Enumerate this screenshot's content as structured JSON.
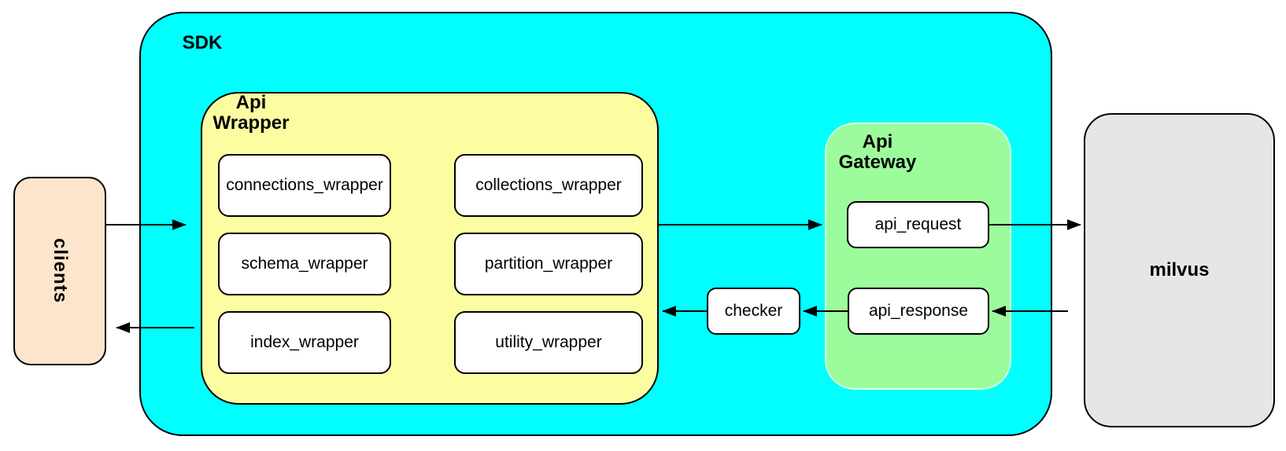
{
  "colors": {
    "sdk_fill": "#00FFFF",
    "wrapper_fill": "#FCFCA0",
    "gateway_fill": "#9CFC9C",
    "clients_fill": "#FCE5CC",
    "milvus_fill": "#E6E6E6",
    "node_fill": "#FFFFFF",
    "border": "#000000"
  },
  "clients": {
    "label": "clients"
  },
  "sdk": {
    "label": "SDK"
  },
  "api_wrapper": {
    "title_line1": "Api",
    "title_line2": "Wrapper",
    "nodes": [
      {
        "label": "connections_wrapper"
      },
      {
        "label": "collections_wrapper"
      },
      {
        "label": "schema_wrapper"
      },
      {
        "label": "partition_wrapper"
      },
      {
        "label": "index_wrapper"
      },
      {
        "label": "utility_wrapper"
      }
    ]
  },
  "checker": {
    "label": "checker"
  },
  "api_gateway": {
    "title_line1": "Api",
    "title_line2": "Gateway",
    "nodes": [
      {
        "label": "api_request"
      },
      {
        "label": "api_response"
      }
    ]
  },
  "milvus": {
    "label": "milvus"
  }
}
